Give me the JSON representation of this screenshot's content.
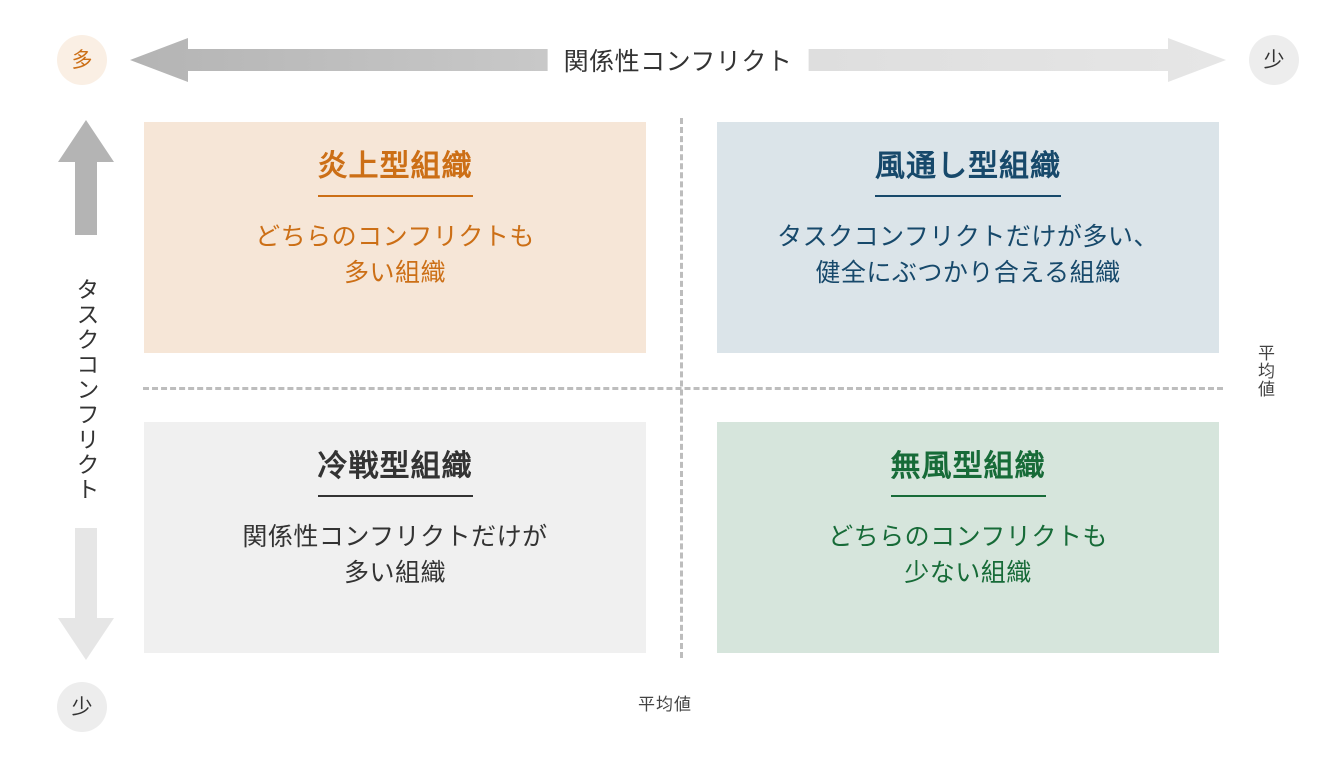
{
  "axes": {
    "horizontal": {
      "title": "関係性コンフリクト",
      "high_marker": "多",
      "low_marker": "少",
      "mean_label": "平均値",
      "arrow_left_icon": "arrow-left-icon",
      "arrow_right_icon": "arrow-right-icon"
    },
    "vertical": {
      "title": "タスクコンフリクト",
      "high_marker": "多",
      "low_marker": "少",
      "mean_label": "平均値",
      "arrow_up_icon": "arrow-up-icon",
      "arrow_down_icon": "arrow-down-icon"
    }
  },
  "quadrants": [
    {
      "id": "top-left",
      "title": "炎上型組織",
      "description": "どちらのコンフリクトも\n多い組織",
      "background": "#f6e6d7",
      "text_color": "#cc6f16"
    },
    {
      "id": "top-right",
      "title": "風通し型組織",
      "description": "タスクコンフリクトだけが多い、\n健全にぶつかり合える組織",
      "background": "#dbe4e9",
      "text_color": "#17496b"
    },
    {
      "id": "bottom-left",
      "title": "冷戦型組織",
      "description": "関係性コンフリクトだけが\n多い組織",
      "background": "#f0f0f0",
      "text_color": "#333333"
    },
    {
      "id": "bottom-right",
      "title": "無風型組織",
      "description": "どちらのコンフリクトも\n少ない組織",
      "background": "#d6e5dc",
      "text_color": "#176b38"
    }
  ],
  "chart_data": {
    "type": "table",
    "title": "コンフリクト・マトリクス",
    "xlabel": "関係性コンフリクト",
    "ylabel": "タスクコンフリクト",
    "x_direction": "左が多い・右が少ない",
    "y_direction": "上が多い・下が少ない",
    "grid": "dashed mean lines at both axis midpoints",
    "categories": [
      "炎上型組織",
      "風通し型組織",
      "冷戦型組織",
      "無風型組織"
    ],
    "cells": [
      {
        "x": "関係性コンフリクト 多",
        "y": "タスクコンフリクト 多",
        "label": "炎上型組織",
        "note": "どちらのコンフリクトも多い組織"
      },
      {
        "x": "関係性コンフリクト 少",
        "y": "タスクコンフリクト 多",
        "label": "風通し型組織",
        "note": "タスクコンフリクトだけが多い、健全にぶつかり合える組織"
      },
      {
        "x": "関係性コンフリクト 多",
        "y": "タスクコンフリクト 少",
        "label": "冷戦型組織",
        "note": "関係性コンフリクトだけが多い組織"
      },
      {
        "x": "関係性コンフリクト 少",
        "y": "タスクコンフリクト 少",
        "label": "無風型組織",
        "note": "どちらのコンフリクトも少ない組織"
      }
    ]
  }
}
